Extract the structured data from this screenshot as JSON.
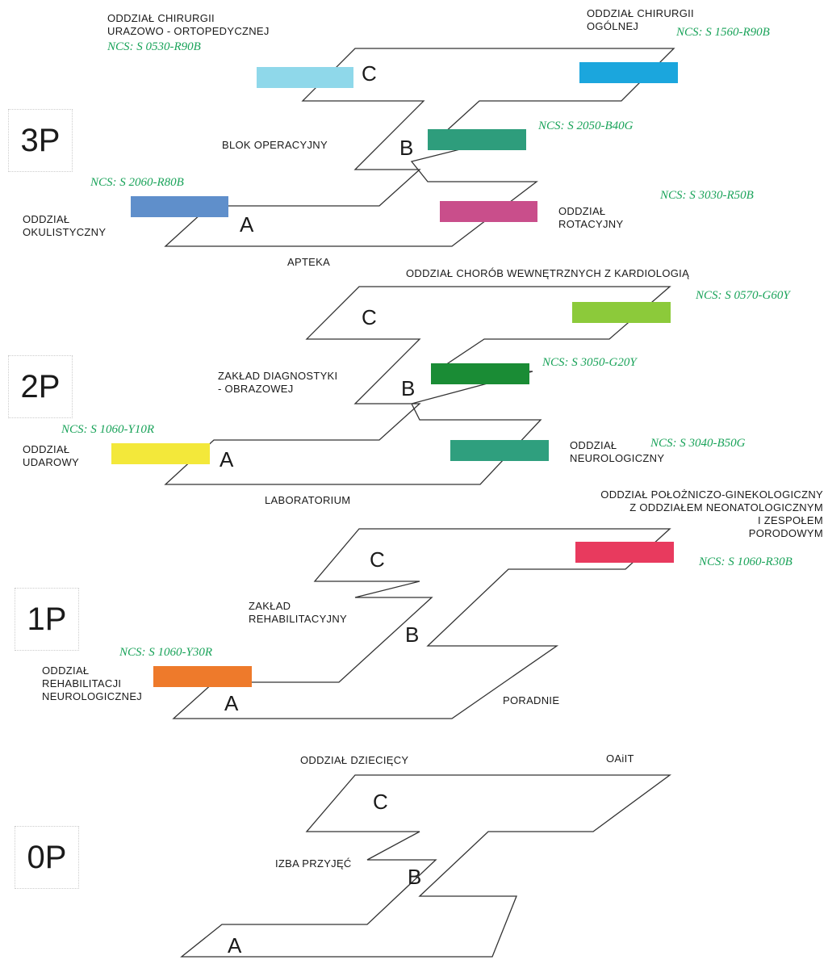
{
  "floors": {
    "f3": {
      "code": "3P",
      "wing_a": "A",
      "wing_b": "B",
      "wing_c": "C",
      "ward_c_left": "ODDZIAŁ CHIRURGII\nURAZOWO - ORTOPEDYCZNEJ",
      "ncs_c_left": "NCS: S 0530-R90B",
      "color_c_left": "#8fd8ea",
      "ward_c_right": "ODDZIAŁ CHIRURGII\nOGÓLNEJ",
      "ncs_c_right": "NCS: S 1560-R90B",
      "color_c_right": "#1ba6dd",
      "ward_b_left": "BLOK OPERACYJNY",
      "ncs_b_right": "NCS: S 2050-B40G",
      "color_b_right": "#2e9d7c",
      "ncs_a_left": "NCS: S 2060-R80B",
      "color_a_left": "#5f8fcb",
      "ward_a_left": "ODDZIAŁ\nOKULISTYCZNY",
      "ward_a_right": "ODDZIAŁ\nROTACYJNY",
      "ncs_a_right": "NCS: S 3030-R50B",
      "color_a_right": "#c94e8b",
      "ward_bottom": "APTEKA"
    },
    "f2": {
      "code": "2P",
      "wing_a": "A",
      "wing_b": "B",
      "wing_c": "C",
      "ward_c_right": "ODDZIAŁ CHORÓB WEWNĘTRZNYCH Z KARDIOLOGIĄ",
      "ncs_c_right": "NCS: S 0570-G60Y",
      "color_c_right": "#8cca3a",
      "ward_b_left": "ZAKŁAD DIAGNOSTYKI\n- OBRAZOWEJ",
      "ncs_b_right": "NCS: S 3050-G20Y",
      "color_b_right": "#1a8c35",
      "ncs_a_left": "NCS: S 1060-Y10R",
      "color_a_left": "#f3e83a",
      "ward_a_left": "ODDZIAŁ\nUDAROWY",
      "ward_a_right": "ODDZIAŁ\nNEUROLOGICZNY",
      "ncs_a_right": "NCS: S 3040-B50G",
      "color_a_right": "#2f9f7e",
      "ward_bottom": "LABORATORIUM"
    },
    "f1": {
      "code": "1P",
      "wing_a": "A",
      "wing_b": "B",
      "wing_c": "C",
      "ward_c_right": "ODDZIAŁ POŁOŻNICZO-GINEKOLOGICZNY\nZ ODDZIAŁEM NEONATOLOGICZNYM\nI ZESPOŁEM\nPORODOWYM",
      "ncs_c_right": "NCS: S 1060-R30B",
      "color_c_right": "#e83a5e",
      "ward_b_left": "ZAKŁAD\nREHABILITACYJNY",
      "ncs_a_left": "NCS: S 1060-Y30R",
      "color_a_left": "#ee7a2b",
      "ward_a_left": "ODDZIAŁ\nREHABILITACJI\nNEUROLOGICZNEJ",
      "ward_a_right": "PORADNIE"
    },
    "f0": {
      "code": "0P",
      "wing_a": "A",
      "wing_b": "B",
      "wing_c": "C",
      "ward_c_left": "ODDZIAŁ DZIECIĘCY",
      "ward_c_right": "OAiIT",
      "ward_b_left": "IZBA PRZYJĘĆ"
    }
  }
}
